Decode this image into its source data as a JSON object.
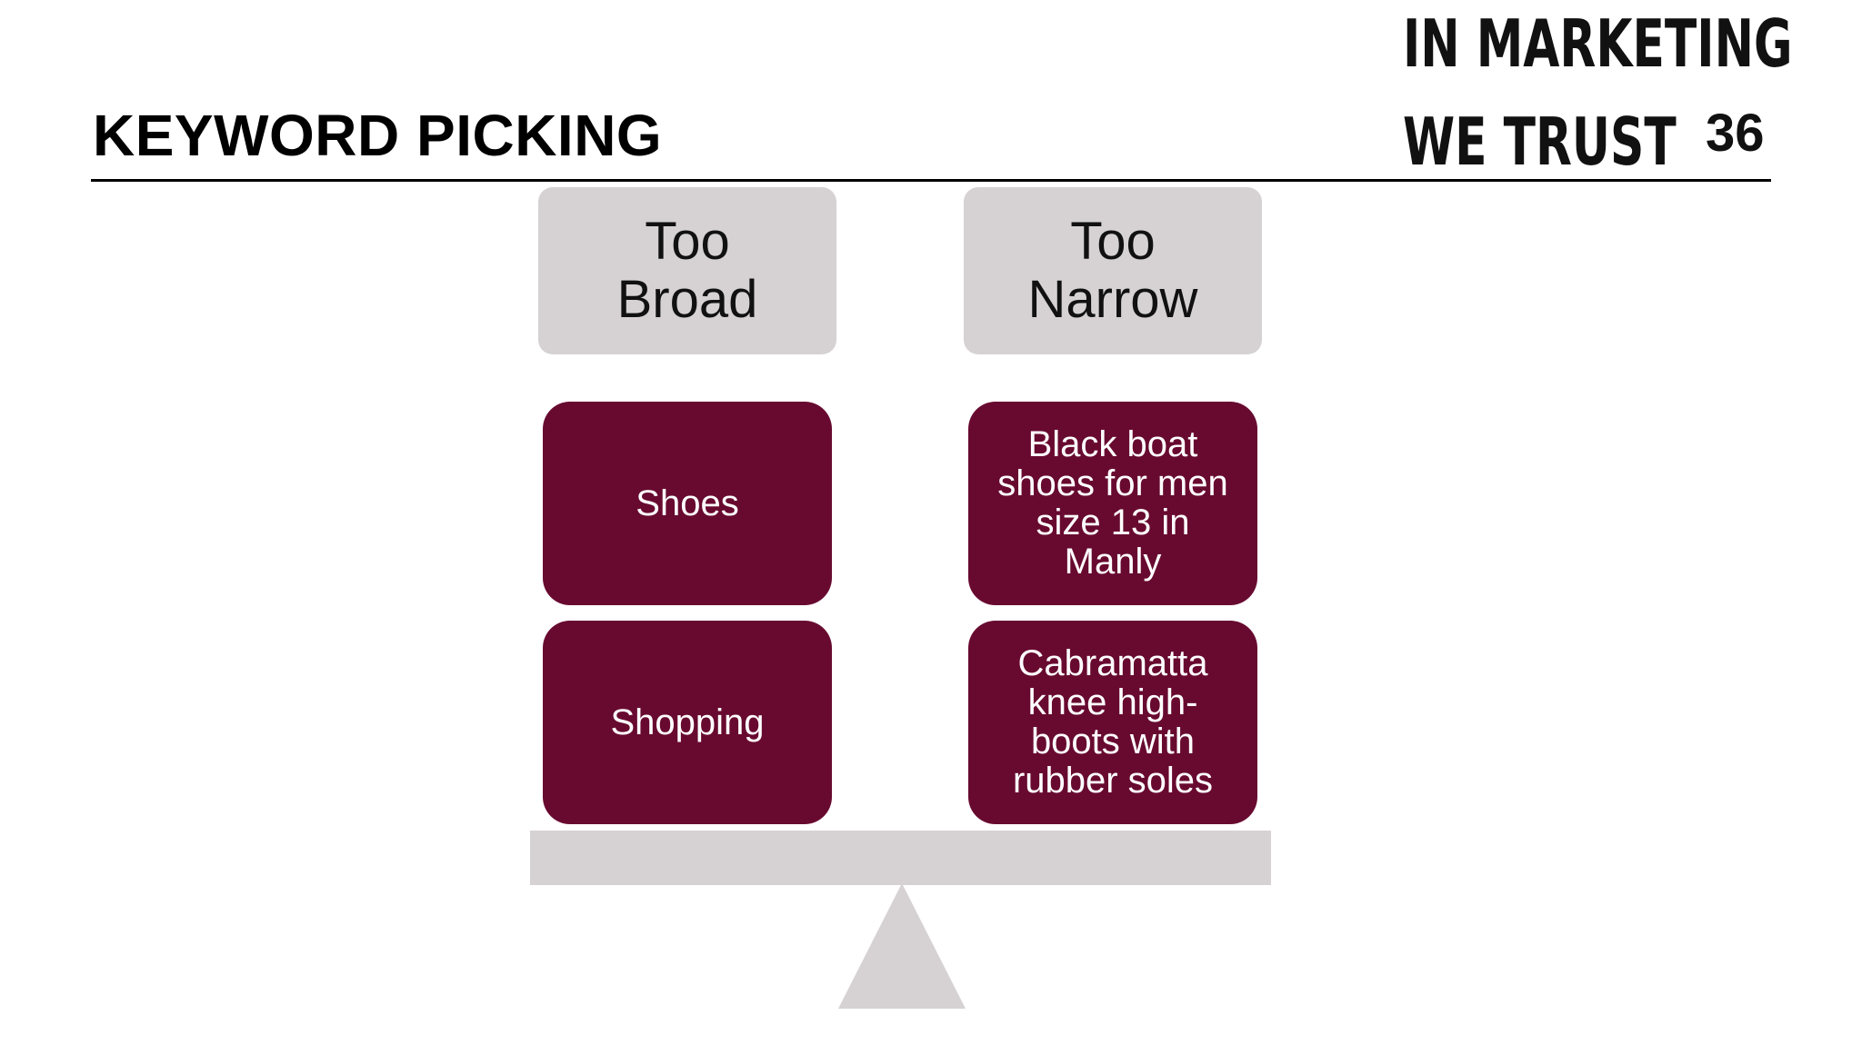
{
  "slide": {
    "title": "KEYWORD PICKING",
    "brand_line_1": "IN MARKETING",
    "brand_line_2": "WE TRUST",
    "slide_number": "36"
  },
  "diagram": {
    "left_header": "Too\nBroad",
    "right_header": "Too\nNarrow",
    "left_keywords": [
      "Shoes",
      "Shopping"
    ],
    "right_keywords": [
      "Black boat shoes for men size 13 in Manly",
      "Cabramatta knee high-boots with rubber soles"
    ]
  },
  "colors": {
    "keyword_box": "#680a30",
    "header_box": "#d6d2d3",
    "balance": "#d6d2d3"
  }
}
